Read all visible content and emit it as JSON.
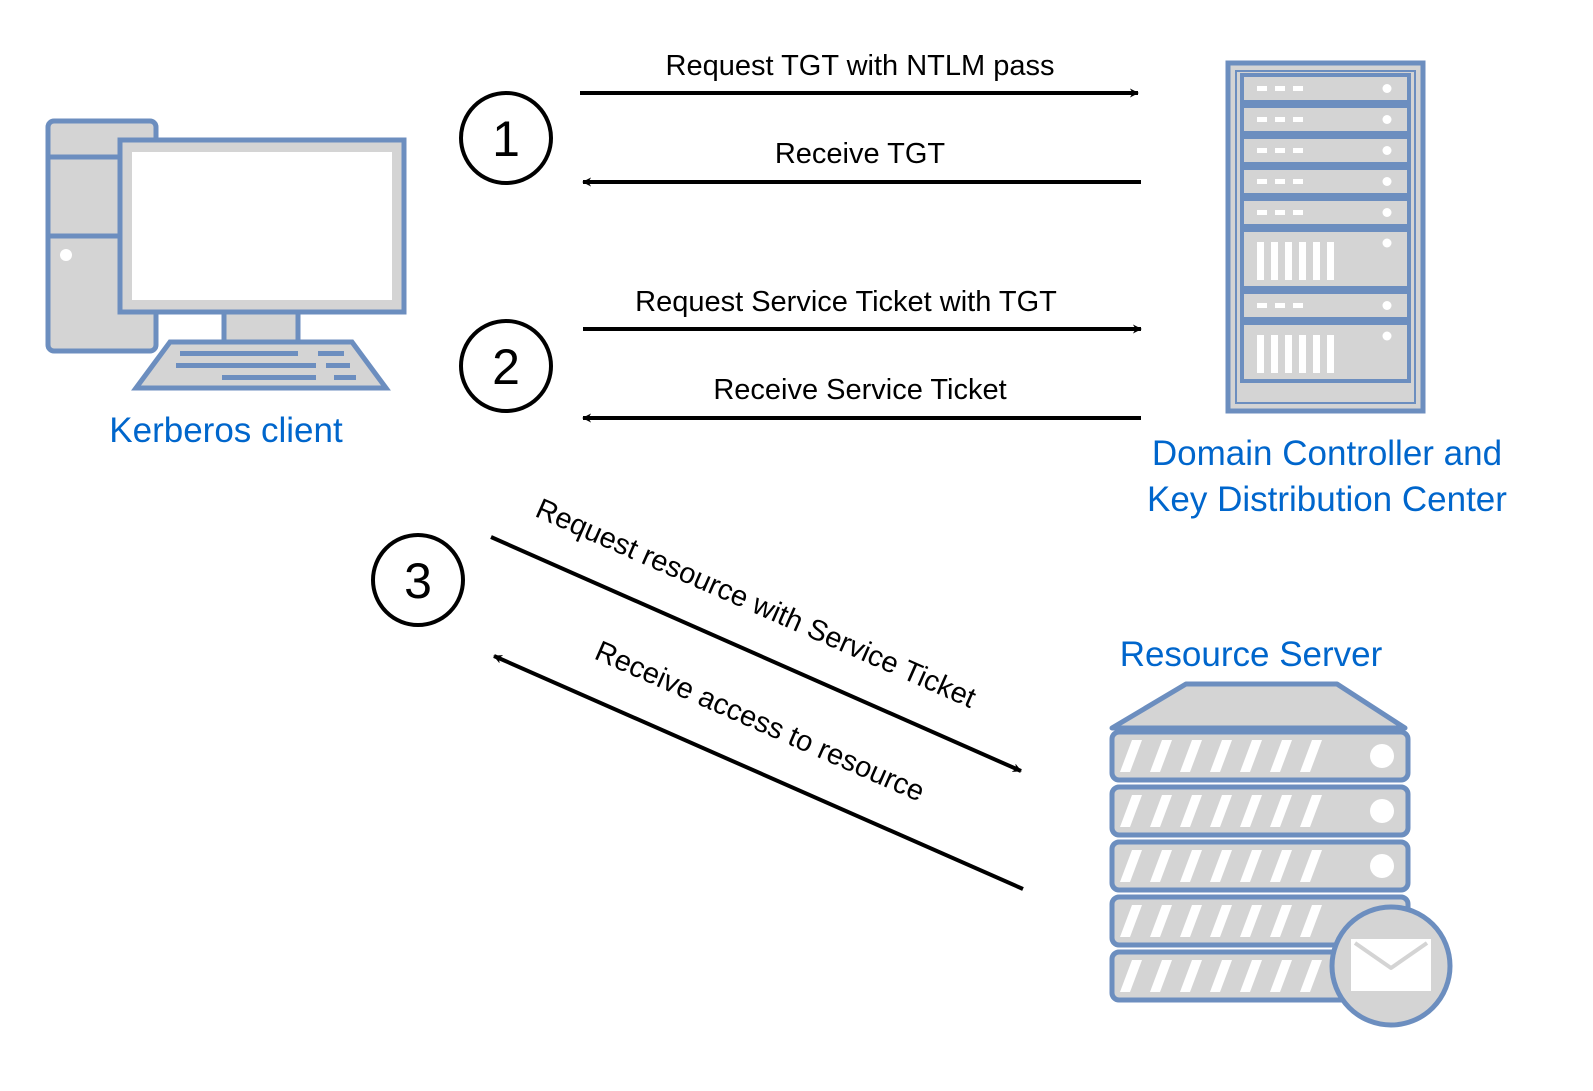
{
  "nodes": {
    "client": {
      "label": "Kerberos client",
      "icon": "desktop-computer-icon"
    },
    "dc": {
      "label_line1": "Domain Controller and",
      "label_line2": "Key Distribution Center",
      "icon": "server-rack-icon"
    },
    "resource": {
      "label": "Resource Server",
      "icon": "mail-server-icon"
    }
  },
  "steps": [
    {
      "number": "1",
      "request": "Request TGT with NTLM pass",
      "response": "Receive TGT"
    },
    {
      "number": "2",
      "request": "Request Service Ticket with TGT",
      "response": "Receive Service Ticket"
    },
    {
      "number": "3",
      "request": "Request resource with Service Ticket",
      "response": "Receive access to resource"
    }
  ],
  "colors": {
    "icon_stroke": "#6c8ebf",
    "icon_fill": "#d4d4d4",
    "label_blue": "#0066cc",
    "arrow": "#000000"
  }
}
